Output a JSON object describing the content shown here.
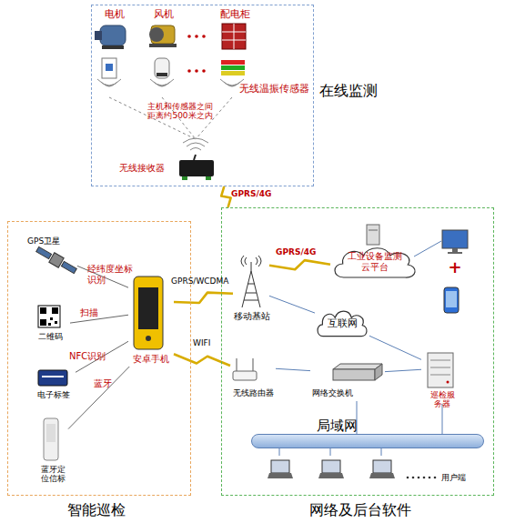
{
  "diagram": {
    "nodes": [
      {
        "text": [
          "在线监测"
        ]
      },
      {
        "text": [
          "电机"
        ],
        "in": 0
      },
      {
        "text": [
          "风机"
        ],
        "in": 0
      },
      {
        "text": [
          "配电柜"
        ],
        "in": 0
      },
      {
        "text": [
          "无线温振传感器"
        ],
        "in": 0
      },
      {
        "text": [
          "无线接收器"
        ],
        "in": 0
      },
      {
        "text": [
          "智能巡检"
        ]
      },
      {
        "text": [
          "GPS卫星"
        ],
        "in": 6
      },
      {
        "text": [
          "二维码"
        ],
        "in": 6
      },
      {
        "text": [
          "电子标签"
        ],
        "in": 6
      },
      {
        "text": [
          "蓝牙定位信标"
        ],
        "in": 6
      },
      {
        "text": [
          "安卓手机"
        ],
        "in": 6
      },
      {
        "text": [
          "网络及后台软件"
        ]
      },
      {
        "text": [
          "移动基站"
        ],
        "in": 12
      },
      {
        "text": [
          "工业设备监测云平台"
        ],
        "in": 12
      },
      {
        "text": [
          "互联网"
        ],
        "in": 12
      },
      {
        "text": [
          "无线路由器"
        ],
        "in": 12
      },
      {
        "text": [
          "网络交换机"
        ],
        "in": 12
      },
      {
        "text": [
          "巡检服务器"
        ],
        "in": 12
      },
      {
        "text": [
          "局域网"
        ],
        "in": 12
      },
      {
        "text": [
          "用户端"
        ],
        "in": 12
      }
    ],
    "edges": [
      {
        "from": 4,
        "to": 5,
        "arrow": "none"
      },
      {
        "from": 0,
        "to": 12,
        "label": "GPRS/4G",
        "arrow": "none"
      },
      {
        "from": 11,
        "to": 7,
        "label": "经纬度坐标识别",
        "arrow": "none"
      },
      {
        "from": 11,
        "to": 8,
        "label": "扫描",
        "arrow": "none"
      },
      {
        "from": 11,
        "to": 9,
        "label": "NFC识别",
        "arrow": "none"
      },
      {
        "from": 11,
        "to": 10,
        "label": "蓝牙",
        "arrow": "none"
      },
      {
        "from": 11,
        "to": 13,
        "label": "GPRS/WCDMA",
        "arrow": "none"
      },
      {
        "from": 11,
        "to": 16,
        "label": "WIFI",
        "arrow": "none"
      },
      {
        "from": 13,
        "to": 14,
        "label": "GPRS/4G",
        "arrow": "none"
      },
      {
        "from": 13,
        "to": 15,
        "arrow": "none"
      },
      {
        "from": 15,
        "to": 18,
        "arrow": "none"
      },
      {
        "from": 16,
        "to": 17,
        "arrow": "none"
      },
      {
        "from": 17,
        "to": 18,
        "arrow": "none"
      },
      {
        "from": 17,
        "to": 19,
        "arrow": "none"
      },
      {
        "from": 18,
        "to": 19,
        "arrow": "none"
      },
      {
        "from": 19,
        "to": 20,
        "arrow": "none"
      }
    ],
    "labels": [
      "主机和传感器之间 距离约500米之内",
      "+"
    ]
  }
}
